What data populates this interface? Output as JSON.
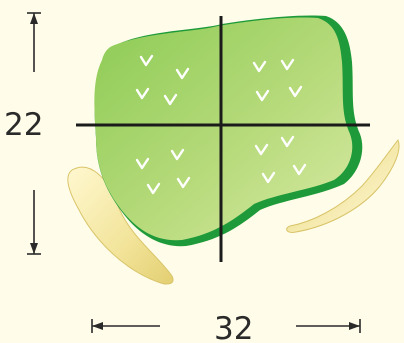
{
  "dimensions": {
    "height_label": "22",
    "width_label": "32"
  },
  "colors": {
    "background": "#FFFDE9",
    "shape_fill_light": "#C9E48D",
    "shape_fill_dark": "#7DC24B",
    "shape_edge_shadow": "#1E9A3A",
    "side_pieces_fill": "#F2E6A6",
    "lines": "#1B1B1B",
    "marks": "#FFFFFF"
  },
  "icons": {
    "grass_mark": "v-check-mark",
    "crosshair": "center-cross-lines",
    "arrow": "dimension-arrow"
  }
}
